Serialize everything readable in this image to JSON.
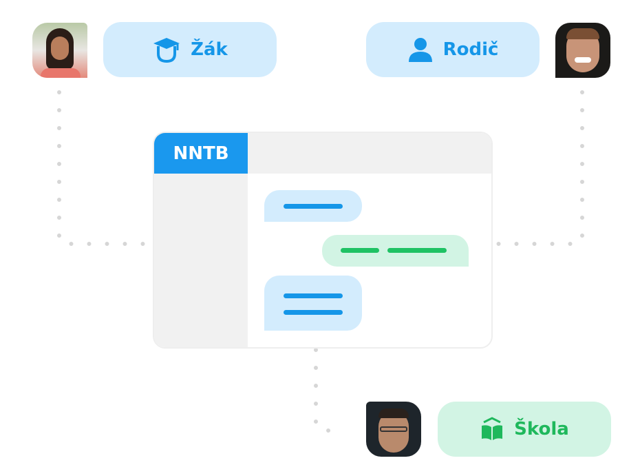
{
  "roles": {
    "student": {
      "label": "Žák",
      "icon": "graduation-cap-icon"
    },
    "parent": {
      "label": "Rodič",
      "icon": "user-icon"
    },
    "school": {
      "label": "Škola",
      "icon": "book-icon"
    }
  },
  "app": {
    "brand": "NNTB"
  },
  "colors": {
    "blue": "#1596e8",
    "light_blue": "#d3ecfd",
    "green": "#1fb85c",
    "light_green": "#d2f4e4"
  }
}
